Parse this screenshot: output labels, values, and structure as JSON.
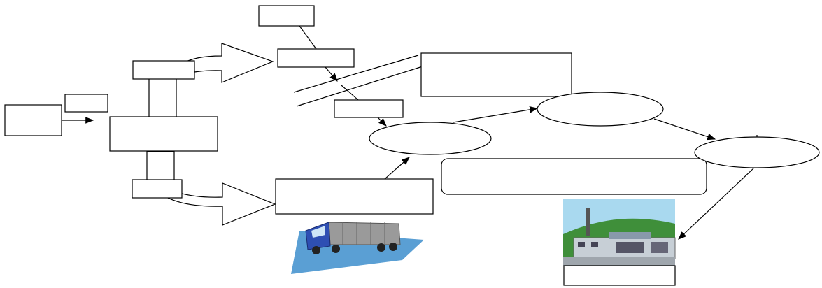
{
  "diagram": {
    "boxes": [
      {
        "id": "box-left-input",
        "label": ""
      },
      {
        "id": "box-small-tag-left",
        "label": ""
      },
      {
        "id": "box-central-process",
        "label": ""
      },
      {
        "id": "box-upper-tag",
        "label": ""
      },
      {
        "id": "box-lower-tag",
        "label": ""
      },
      {
        "id": "box-top-small",
        "label": ""
      },
      {
        "id": "box-top-receiver",
        "label": ""
      },
      {
        "id": "box-mid-tag",
        "label": ""
      },
      {
        "id": "box-top-right-large",
        "label": ""
      },
      {
        "id": "box-lower-receiver",
        "label": ""
      },
      {
        "id": "box-rounded-note",
        "label": ""
      },
      {
        "id": "box-factory-caption",
        "label": ""
      }
    ],
    "ellipses": [
      {
        "id": "ellipse-center",
        "label": ""
      },
      {
        "id": "ellipse-upper-right",
        "label": ""
      },
      {
        "id": "ellipse-far-right",
        "label": ""
      }
    ],
    "colors": {
      "stroke": "#000000",
      "truck_ground": "#5a9fd4",
      "truck_cab": "#2e4fb3",
      "factory_sky": "#a9d9ef",
      "factory_hill": "#3f8f3a",
      "factory_building": "#c7cfd6"
    },
    "icons": [
      "truck-illustration",
      "factory-illustration"
    ]
  }
}
